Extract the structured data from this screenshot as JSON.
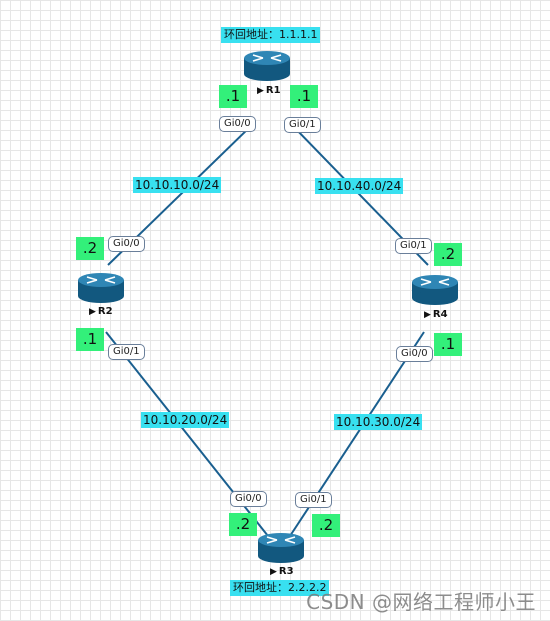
{
  "routers": {
    "r1": {
      "name": "R1",
      "loopback": "环回地址：1.1.1.1"
    },
    "r2": {
      "name": "R2"
    },
    "r3": {
      "name": "R3",
      "loopback": "环回地址：2.2.2.2"
    },
    "r4": {
      "name": "R4"
    }
  },
  "interfaces": {
    "r1_gi00": "Gi0/0",
    "r1_gi01": "Gi0/1",
    "r2_gi00": "Gi0/0",
    "r2_gi01": "Gi0/1",
    "r3_gi00": "Gi0/0",
    "r3_gi01": "Gi0/1",
    "r4_gi01": "Gi0/1",
    "r4_gi00": "Gi0/0"
  },
  "networks": {
    "r1_r2": "10.10.10.0/24",
    "r1_r4": "10.10.40.0/24",
    "r2_r3": "10.10.20.0/24",
    "r4_r3": "10.10.30.0/24"
  },
  "host_addresses": {
    "r1_left": ".1",
    "r1_right": ".1",
    "r2_top": ".2",
    "r2_bottom": ".1",
    "r4_top": ".2",
    "r4_bottom": ".1",
    "r3_left": ".2",
    "r3_right": ".2"
  },
  "colors": {
    "router": "#1a6b96",
    "link": "#1a5f8f",
    "network_label_bg": "#38e0f0",
    "address_bg": "#33f07a"
  },
  "watermark": "CSDN @网络工程师小王"
}
